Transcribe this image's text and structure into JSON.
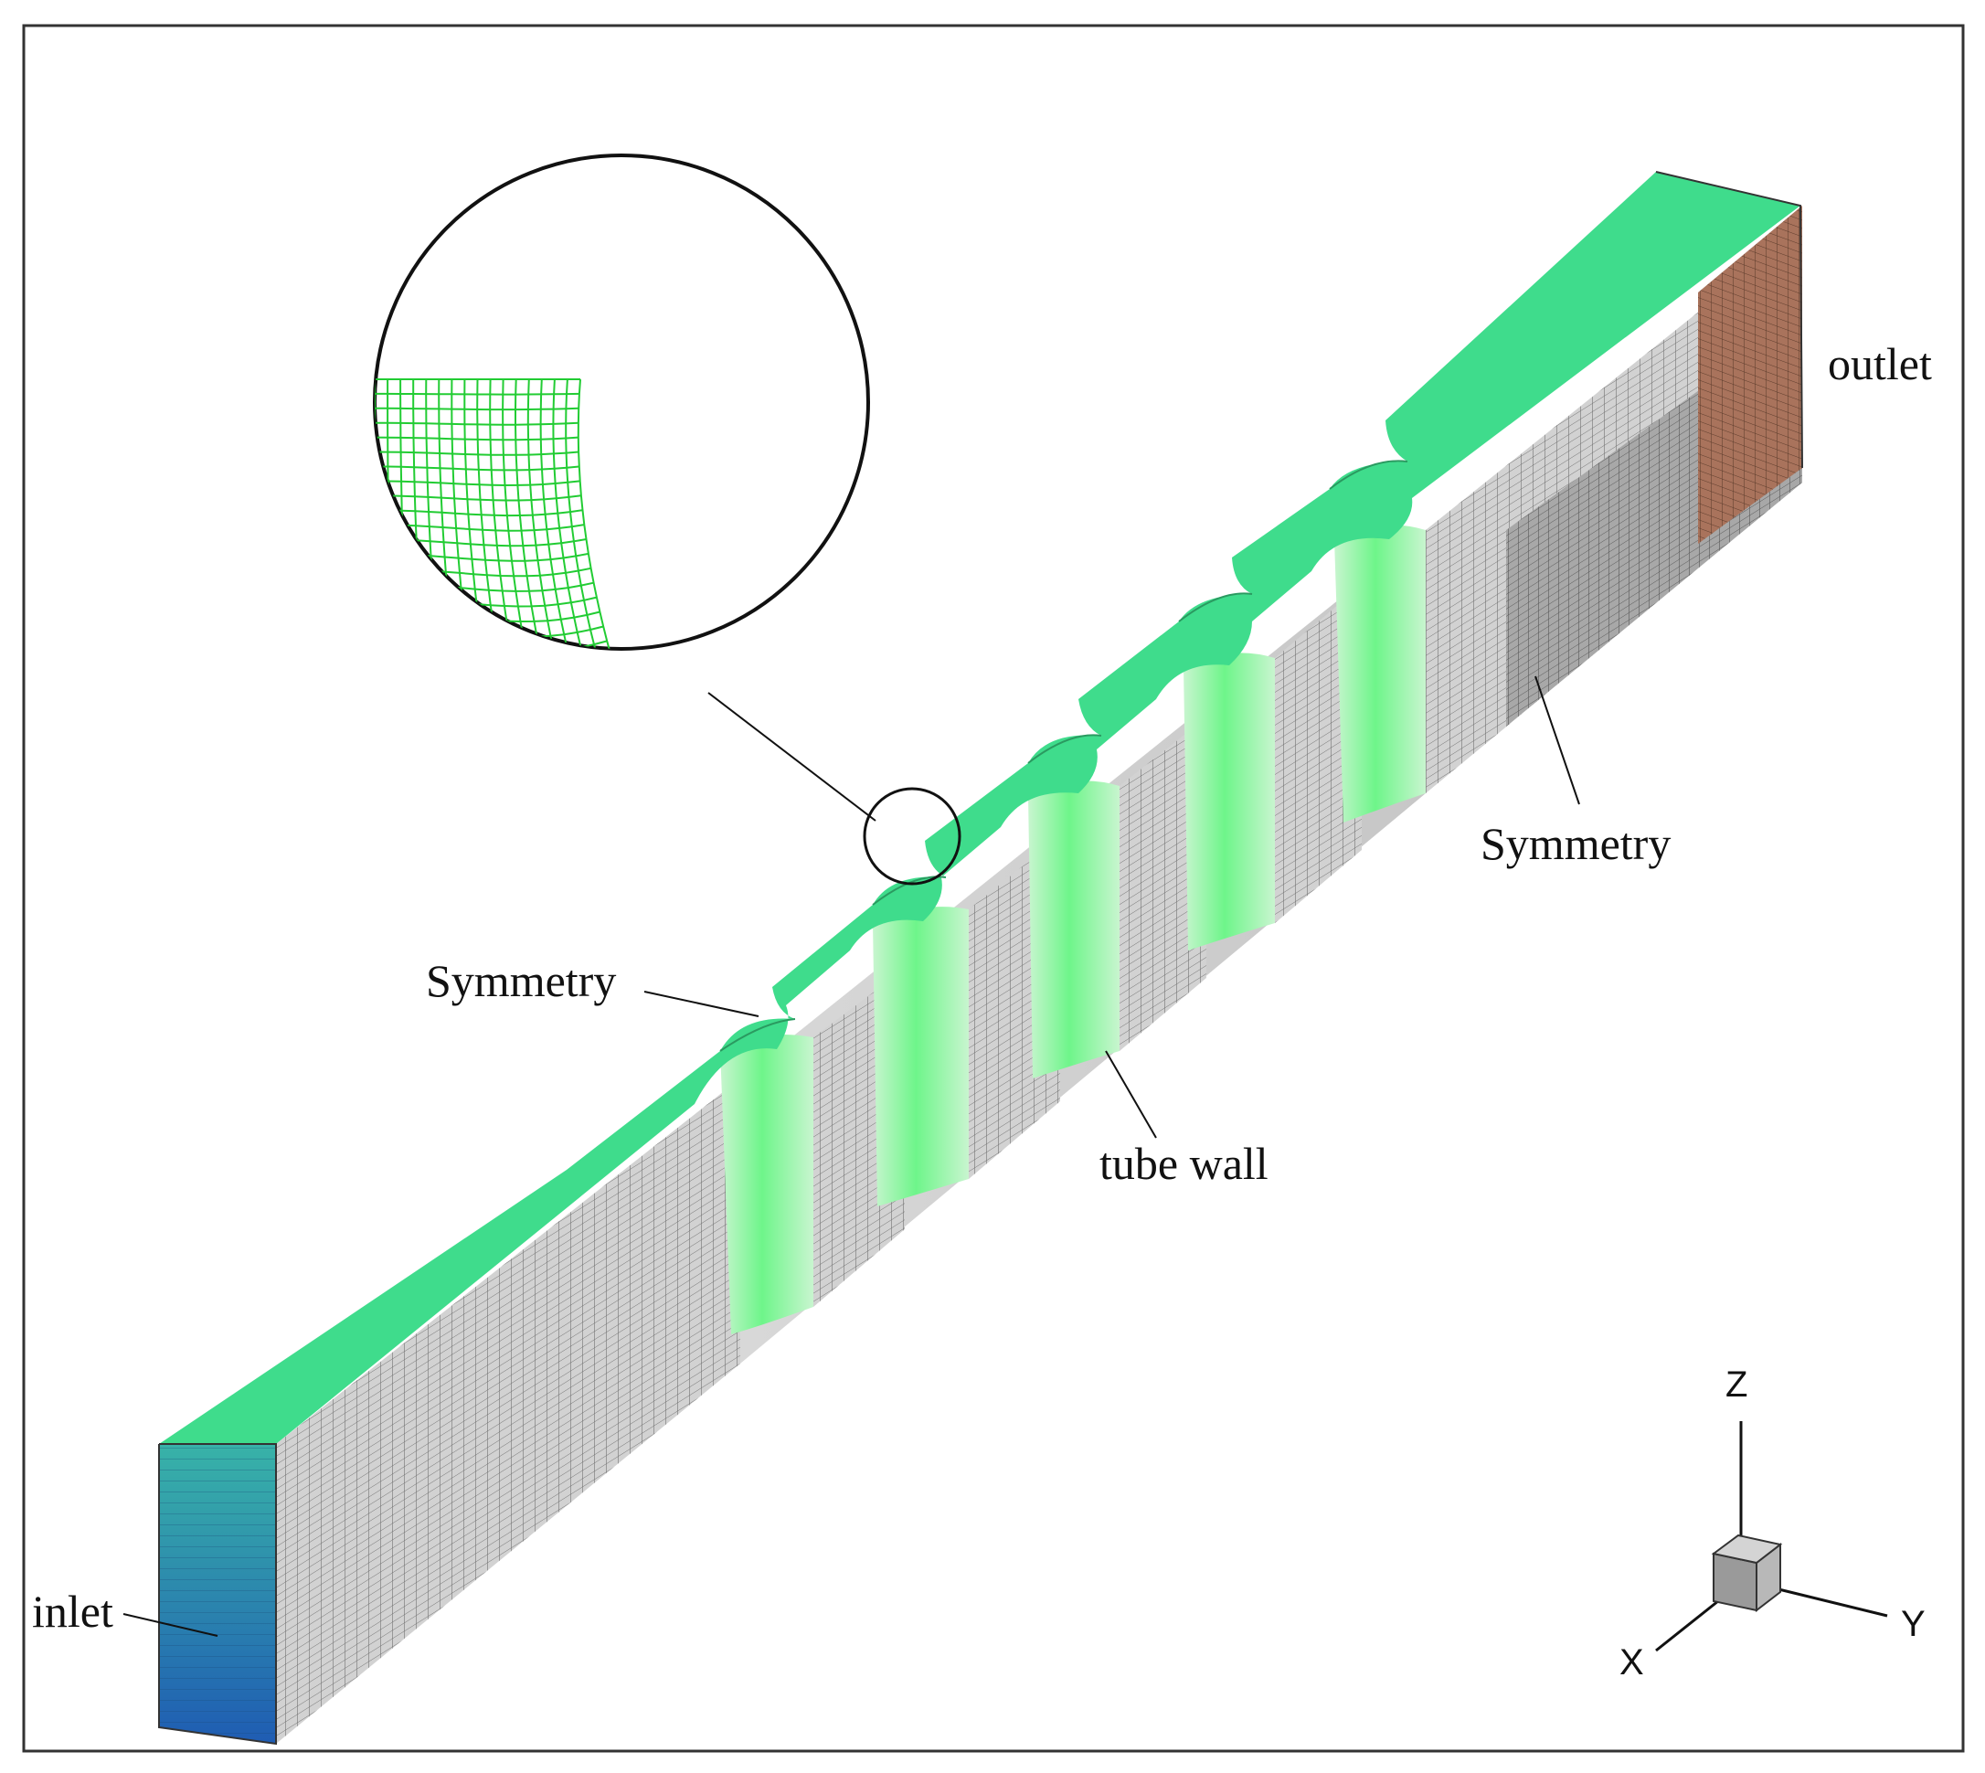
{
  "labels": {
    "inlet": "inlet",
    "outlet": "outlet",
    "symmetry_left": "Symmetry",
    "symmetry_right": "Symmetry",
    "tube_wall": "tube wall"
  },
  "axes": {
    "z": "Z",
    "y": "Y",
    "x": "X"
  },
  "colors": {
    "top_face": "#3fdc8c",
    "tube_surface": "#7dfb95",
    "mesh_gray": "#cfcfcf",
    "mesh_line": "#6e6e6e",
    "inlet_top": "#2ea8a8",
    "inlet_bottom": "#2060b0",
    "outlet_face": "#a8705a",
    "zoom_mesh": "#22cc33"
  }
}
